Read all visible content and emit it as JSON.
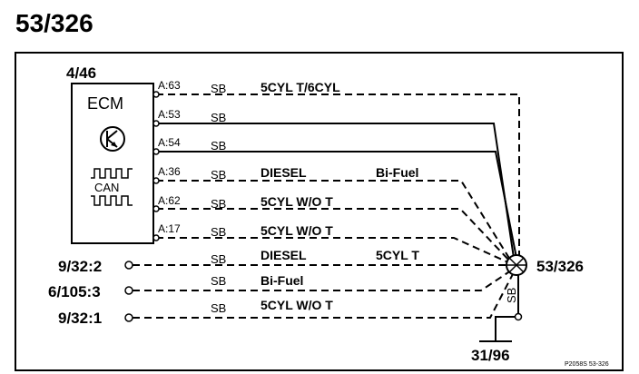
{
  "page_title": "53/326",
  "ecm": {
    "ref": "4/46",
    "name": "ECM",
    "can_label": "CAN",
    "pins": [
      "A:63",
      "A:53",
      "A:54",
      "A:36",
      "A:62",
      "A:17"
    ]
  },
  "wires": [
    {
      "pin": "A:63",
      "color": "SB",
      "label": "5CYL T/6CYL",
      "label2": "",
      "line": "dashed"
    },
    {
      "pin": "A:53",
      "color": "SB",
      "label": "",
      "label2": "",
      "line": "solid"
    },
    {
      "pin": "A:54",
      "color": "SB",
      "label": "",
      "label2": "",
      "line": "solid"
    },
    {
      "pin": "A:36",
      "color": "SB",
      "label": "DIESEL",
      "label2": "Bi-Fuel",
      "line": "dashed"
    },
    {
      "pin": "A:62",
      "color": "SB",
      "label": "5CYL W/O T",
      "label2": "",
      "line": "dashed"
    },
    {
      "pin": "A:17",
      "color": "SB",
      "label": "5CYL W/O T",
      "label2": "",
      "line": "dashed"
    }
  ],
  "external_wires": [
    {
      "connector": "9/32:2",
      "color": "SB",
      "label": "DIESEL",
      "label2": "5CYL T"
    },
    {
      "connector": "6/105:3",
      "color": "SB",
      "label": "Bi-Fuel",
      "label2": ""
    },
    {
      "connector": "9/32:1",
      "color": "SB",
      "label": "5CYL W/O T",
      "label2": ""
    }
  ],
  "splice": {
    "ref": "53/326"
  },
  "ground": {
    "ref": "31/96",
    "wire_color": "SB"
  },
  "figure_code": "P2058S  53-326"
}
